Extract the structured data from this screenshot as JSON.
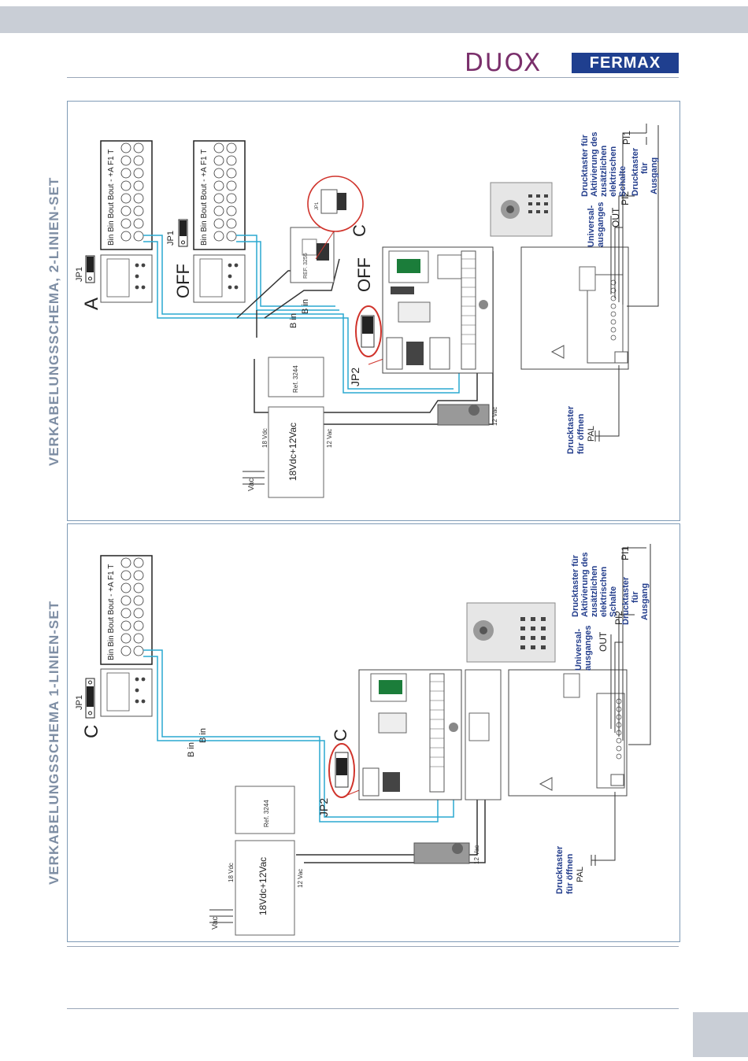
{
  "header": {
    "duox_logo": "DUOX",
    "fermax_logo": "FERMAX"
  },
  "colors": {
    "cable": "#2aa8d0",
    "wire": "#333333",
    "highlight": "#d0342c",
    "label_blue": "#243e8c",
    "title_grey": "#7e8ea4"
  },
  "diagram_top": {
    "title": "VERKABELUNGSSCHEMA, 2-LINIEN-SET",
    "monitor_a": {
      "letter": "A",
      "jumper": "JP1"
    },
    "monitor_b": {
      "state": "OFF",
      "jumper": "JP1",
      "letter": "C"
    },
    "terminal_labels": "Bin Bin Bout Bout - +A F1 T",
    "b_in_1": "B in",
    "b_in_2": "B in",
    "distributor": {
      "ref": "REF. 3255",
      "jumper": "JP1",
      "state": "OFF"
    },
    "jp2": "JP2",
    "psu": {
      "label": "18Vdc+12Vac",
      "ref": "Ref. 3244",
      "out_dc": "18 Vdc",
      "out_ac": "12 Vac",
      "vac": "Vac"
    },
    "lock_voltage": "12 Vac",
    "pal": {
      "text1": "Drucktaster",
      "text2": "für öffnen",
      "code": "PAL"
    },
    "pi1": "PI1",
    "pi2": "PI2",
    "out": "OUT",
    "aux_text": [
      "Drucktaster für",
      "Aktivierung des",
      "zusätzlichen",
      "elektrischen",
      "Schalte"
    ],
    "exit_text": [
      "Drucktaster",
      "für",
      "Ausgang"
    ],
    "universal_text": [
      "Universal-",
      "ausganges"
    ]
  },
  "diagram_bottom": {
    "title": "VERKABELUNGSSCHEMA 1-LINIEN-SET",
    "monitor": {
      "letter": "C",
      "jumper": "JP1"
    },
    "terminal_labels": "Bin Bin Bout Bout - +A F1 T",
    "b_in_1": "B in",
    "b_in_2": "B in",
    "jp2": "JP2",
    "letter_c": "C",
    "psu": {
      "label": "18Vdc+12Vac",
      "ref": "Ref. 3244",
      "out_dc": "18 Vdc",
      "out_ac": "12 Vac",
      "vac": "Vac"
    },
    "lock_voltage": "12 Vac",
    "pal": {
      "text1": "Drucktaster",
      "text2": "für öffnen",
      "code": "PAL"
    },
    "pi1": "PI1",
    "pi2": "PI2",
    "out": "OUT",
    "aux_text": [
      "Drucktaster für",
      "Aktivierung des",
      "zusätzlichen",
      "elektrischen",
      "Schalte"
    ],
    "exit_text": [
      "Drucktaster",
      "für",
      "Ausgang"
    ],
    "universal_text": [
      "Universal-",
      "ausganges"
    ]
  }
}
